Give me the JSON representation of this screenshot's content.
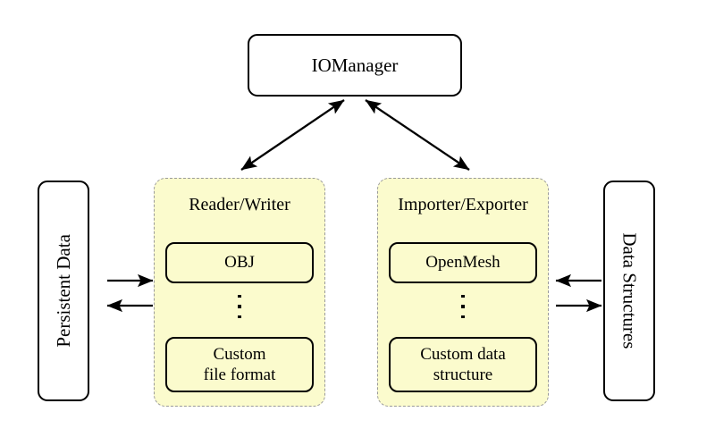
{
  "diagram": {
    "title_node": {
      "label": "IOManager"
    },
    "left_node": {
      "label": "Persistent Data"
    },
    "right_node": {
      "label": "Data Structures"
    },
    "panels": [
      {
        "title": "Reader/Writer",
        "top_item": "OBJ",
        "ellipsis": "vertical-dots",
        "bottom_item_line1": "Custom",
        "bottom_item_line2": "file format"
      },
      {
        "title": "Importer/Exporter",
        "top_item": "OpenMesh",
        "ellipsis": "vertical-dots",
        "bottom_item_line1": "Custom data",
        "bottom_item_line2": "structure"
      }
    ],
    "connections": [
      {
        "name": "iomanager-to-readerwriter",
        "style": "double-headed-diagonal"
      },
      {
        "name": "iomanager-to-importerexporter",
        "style": "double-headed-diagonal"
      },
      {
        "name": "persistentdata-to-readerwriter",
        "style": "single-headed-right"
      },
      {
        "name": "readerwriter-to-persistentdata",
        "style": "single-headed-left"
      },
      {
        "name": "datastructures-to-importerexporter",
        "style": "single-headed-left"
      },
      {
        "name": "importerexporter-to-datastructures",
        "style": "single-headed-right"
      }
    ],
    "colors": {
      "panel_fill": "#fbfbcd",
      "panel_border": "#9a9a9a",
      "node_border": "#000000",
      "background": "#ffffff",
      "text": "#000000"
    }
  }
}
